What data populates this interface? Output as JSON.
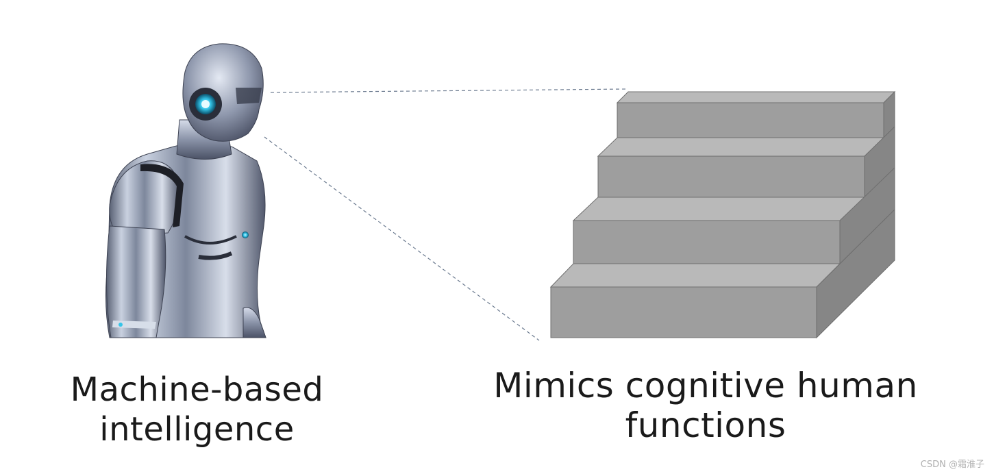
{
  "left_caption": {
    "line1": "Machine-based",
    "line2": "intelligence"
  },
  "right_caption": {
    "line1": "Mimics cognitive human",
    "line2": "functions"
  },
  "watermark": "CSDN @霜淮子",
  "icons": {
    "robot": "robot-figure-icon",
    "staircase": "staircase-icon"
  },
  "colors": {
    "step_front": "#9e9e9e",
    "step_top": "#b9b9b9",
    "step_side": "#868686",
    "dashed_line": "#6b7a8f"
  }
}
